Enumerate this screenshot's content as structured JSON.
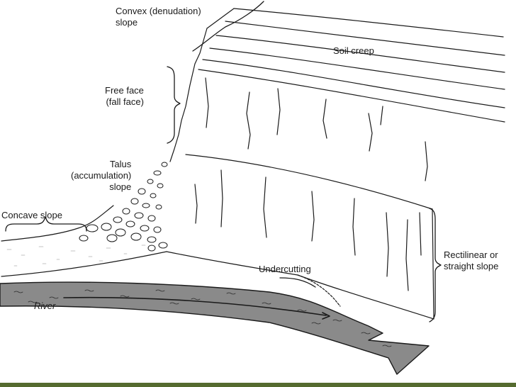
{
  "labels": {
    "convex": "Convex (denudation)\nslope",
    "soil_creep": "Soil creep",
    "free_face": "Free face\n(fall face)",
    "talus": "Talus\n(accumulation)\nslope",
    "concave": "Concave slope",
    "rectilinear": "Rectilinear or\nstraight slope",
    "undercutting": "Undercutting",
    "river": "River"
  },
  "colors": {
    "ink": "#1a1a1a",
    "river_fill": "#8a8a8a",
    "footer": "#556b2f"
  }
}
